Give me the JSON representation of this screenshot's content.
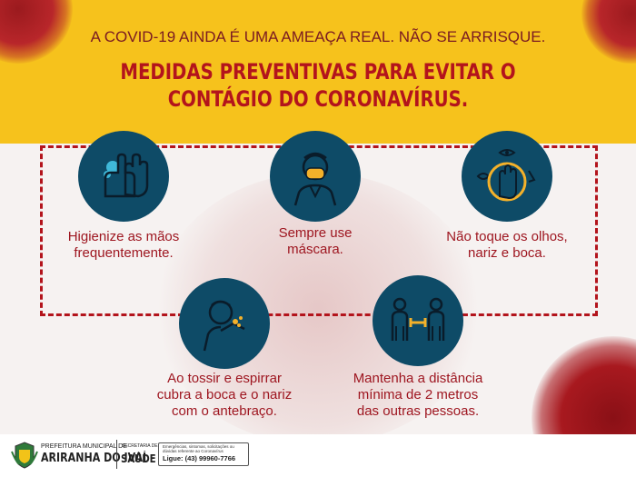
{
  "header": {
    "subtitle": "A COVID-19 AINDA É UMA AMEAÇA REAL. NÃO SE ARRISQUE.",
    "title_line1": "MEDIDAS PREVENTIVAS PARA EVITAR O",
    "title_line2": "CONTÁGIO DO CORONAVÍRUS."
  },
  "measures": [
    {
      "icon": "hand-washing-icon",
      "line1": "Higienize as mãos",
      "line2": "frequentemente."
    },
    {
      "icon": "face-mask-icon",
      "line1": "Sempre use",
      "line2": "máscara."
    },
    {
      "icon": "no-touch-face-icon",
      "line1": "Não toque os olhos,",
      "line2": "nariz e boca."
    },
    {
      "icon": "cough-elbow-icon",
      "line1": "Ao tossir e espirrar",
      "line2": "cubra a boca e o nariz",
      "line3": "com o antebraço."
    },
    {
      "icon": "social-distance-icon",
      "line1": "Mantenha a distância",
      "line2": "mínima de 2 metros",
      "line3": "das outras pessoas."
    }
  ],
  "footer": {
    "prefeitura": "PREFEITURA MUNICIPAL DE",
    "city": "ARIRANHA DO IVAÍ",
    "secretaria": "SECRETARIA DE",
    "saude": "SAÚDE",
    "info_text": "Emergências, sintomas, solicitações ou dúvidas referente ao Coronavírus",
    "phone": "Ligue: (43) 99960-7766"
  },
  "colors": {
    "yellow": "#f6c21c",
    "red": "#b3141c",
    "navy": "#0e4b67",
    "skin": "#f4b12a"
  }
}
